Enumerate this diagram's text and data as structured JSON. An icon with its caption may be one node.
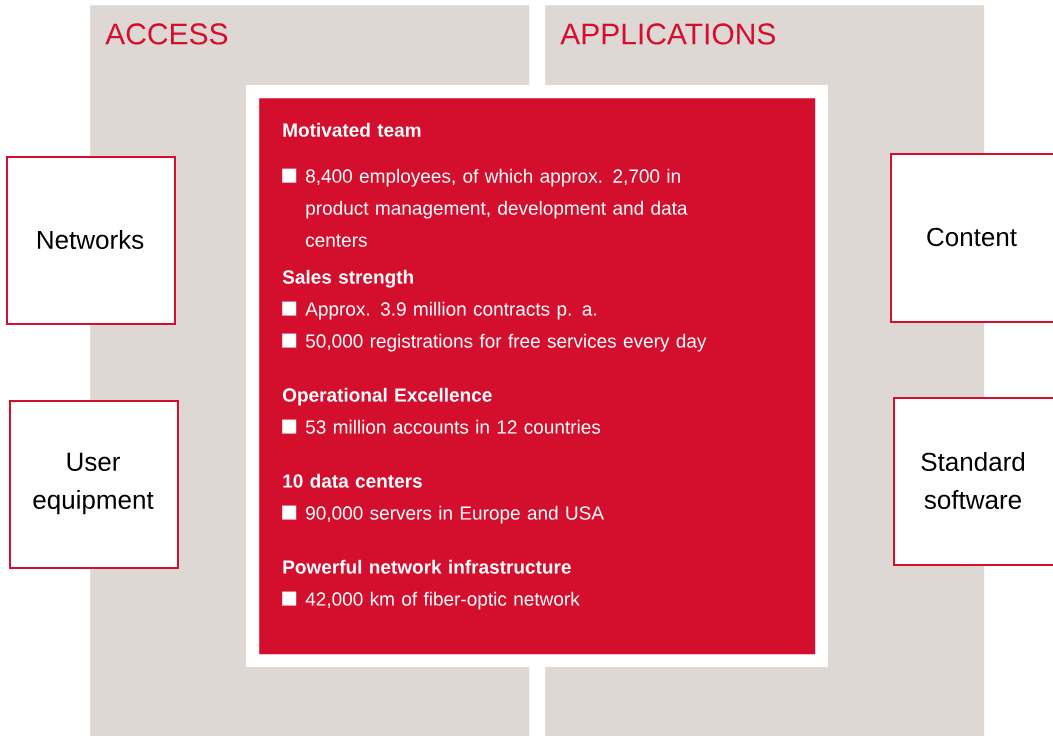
{
  "diagram": {
    "nodes": [
      {
        "text": [
          "ACCESS"
        ]
      },
      {
        "text": [
          "APPLICATIONS"
        ]
      },
      {
        "text": [
          "Motivated team",
          "8,400 employees, of which approx. 2,700 in product management, development and data centers",
          "Sales strength",
          "Approx. 3.9 million contracts p. a.",
          "50,000 registrations for free services every day",
          "Operational Excellence",
          "53 million accounts in 12 countries",
          "10 data centers",
          "90,000 servers in Europe and USA",
          "Powerful network infrastructure",
          "42,000 km of fiber-optic network"
        ]
      },
      {
        "text": [
          "Networks"
        ]
      },
      {
        "text": [
          "User equipment"
        ]
      },
      {
        "text": [
          "Content"
        ]
      },
      {
        "text": [
          "Standard software"
        ]
      }
    ]
  }
}
